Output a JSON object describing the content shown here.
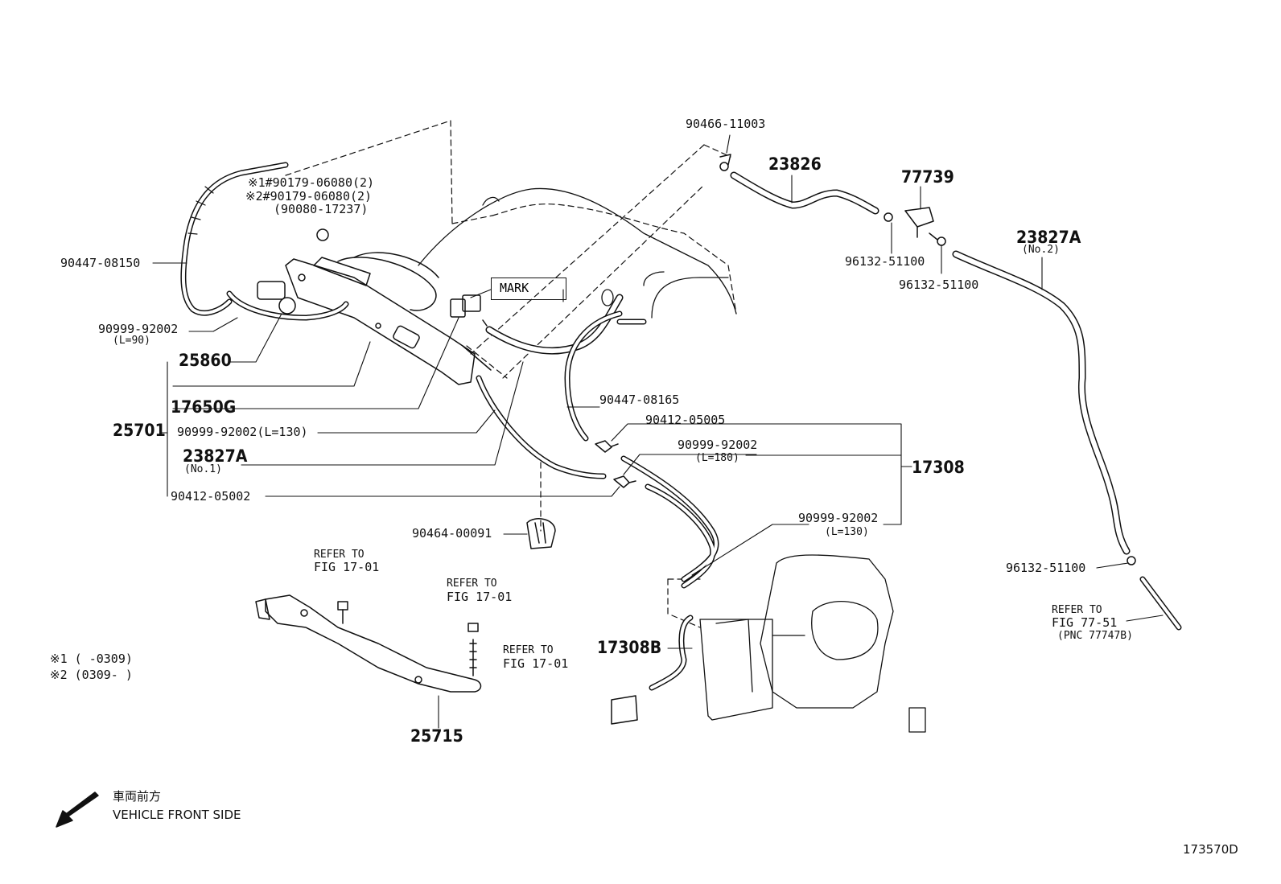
{
  "diagram_id": "173570D",
  "labels": {
    "p90466": "90466-11003",
    "p23826": "23826",
    "p77739": "77739",
    "p23827A_2": "23827A",
    "p23827A_2_sub": "(No.2)",
    "p96132_a": "96132-51100",
    "p96132_b": "96132-51100",
    "p96132_c": "96132-51100",
    "note1": "※1#90179-06080(2)",
    "note2": "※2#90179-06080(2)",
    "note3": "(90080-17237)",
    "p90447_08150": "90447-08150",
    "p90999_a": "90999-92002",
    "p90999_a_sub": "(L=90)",
    "p25860": "25860",
    "p17650G": "17650G",
    "p25701": "25701",
    "p90999_b": "90999-92002(L=130)",
    "p23827A_1": "23827A",
    "p23827A_1_sub": "(No.1)",
    "p90412_05002": "90412-05002",
    "mark": "MARK",
    "p90447_08165": "90447-08165",
    "p90412_05005": "90412-05005",
    "p90999_c": "90999-92002",
    "p90999_c_sub": "(L=180)",
    "p17308": "17308",
    "p90999_d": "90999-92002",
    "p90999_d_sub": "(L=130)",
    "p90464": "90464-00091",
    "refer1a": "REFER TO",
    "refer1b": "FIG 17-01",
    "refer2a": "REFER TO",
    "refer2b": "FIG 17-01",
    "refer3a": "REFER TO",
    "refer3b": "FIG 17-01",
    "p17308B": "17308B",
    "p25715": "25715",
    "refer4a": "REFER TO",
    "refer4b": "FIG 77-51",
    "refer4c": "(PNC 77747B)",
    "legend1": "※1 (     -0309)",
    "legend2": "※2 (0309-     )",
    "front_jp": "車両前方",
    "front_en": "VEHICLE FRONT SIDE"
  }
}
